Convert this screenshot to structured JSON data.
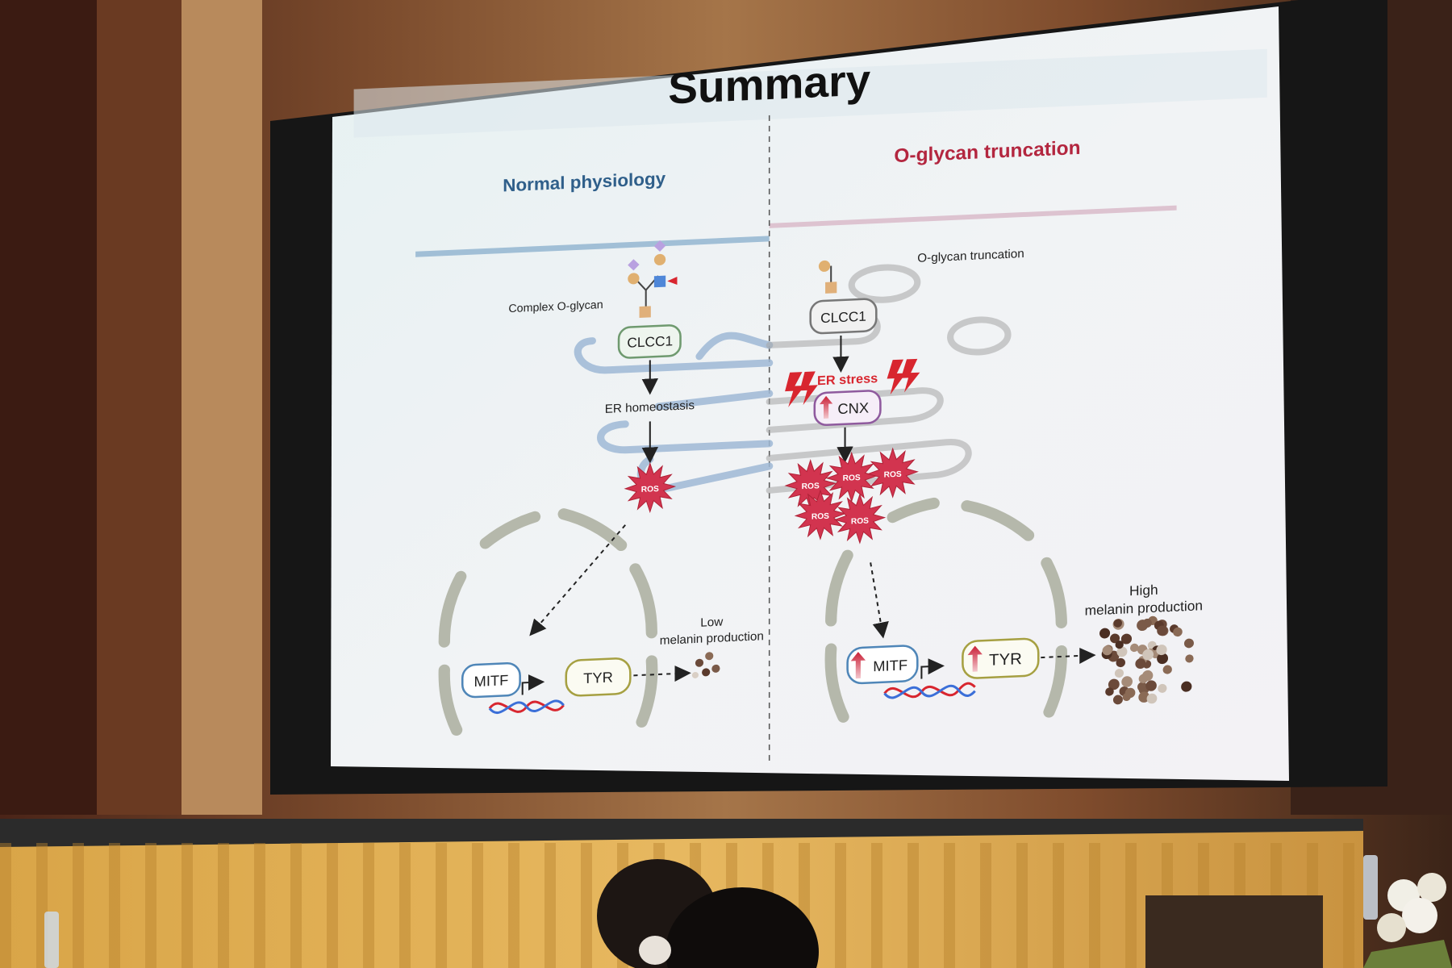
{
  "slide": {
    "title": "Summary",
    "left_heading": "Normal physiology",
    "right_heading": "O-glycan truncation",
    "left": {
      "glycan_label": "Complex O-glycan",
      "protein_label": "CLCC1",
      "homeostasis_label": "ER homeostasis",
      "ros_label": "ROS",
      "mitf_label": "MITF",
      "tyr_label": "TYR",
      "melanin_label_line1": "Low",
      "melanin_label_line2": "melanin production"
    },
    "right": {
      "glycan_label": "O-glycan truncation",
      "protein_label": "CLCC1",
      "stress_label": "ER stress",
      "cnx_label": "CNX",
      "ros_label": "ROS",
      "mitf_label": "MITF",
      "tyr_label": "TYR",
      "melanin_label_line1": "High",
      "melanin_label_line2": "melanin production"
    },
    "colors": {
      "left_heading": "#2f5f8a",
      "right_heading": "#b3263f",
      "ros_fill": "#d2344f",
      "stress_red": "#d8262f",
      "mitf_stroke": "#4f86b8",
      "tyr_stroke": "#a6a042",
      "cnx_stroke": "#8f5a9e",
      "clcc1_stroke": "#6f9a6f",
      "er_membrane": "#9fb9d6"
    }
  }
}
